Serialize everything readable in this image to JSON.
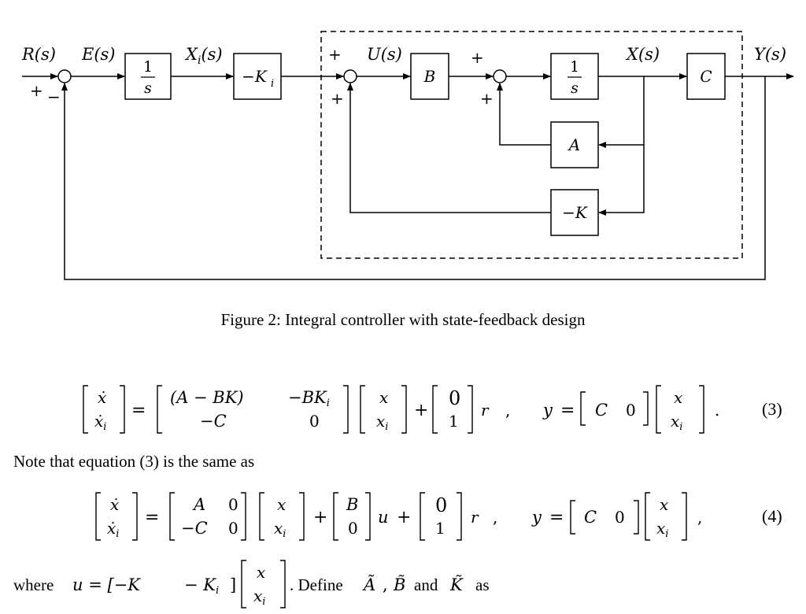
{
  "diagram": {
    "labels": {
      "R": "R(s)",
      "E": "E(s)",
      "Xi": "X",
      "Xi_sub": "i",
      "Xi_arg": "(s)",
      "U": "U(s)",
      "X": "X(s)",
      "Y": "Y(s)",
      "plus": "+",
      "minus": "−"
    },
    "blocks": {
      "int1_num": "1",
      "int1_den": "s",
      "neg_ki": "−K",
      "neg_ki_sub": "i",
      "b": "B",
      "int2_num": "1",
      "int2_den": "s",
      "c": "C",
      "a": "A",
      "neg_k": "−K"
    }
  },
  "caption": "Figure 2: Integral controller with state-feedback design",
  "eq3": {
    "lhs": [
      "ẋ",
      "ẋ"
    ],
    "lhs_sub": [
      "",
      "i"
    ],
    "m11": "(A − BK)",
    "m12": "−BK",
    "m12_sub": "i",
    "m21": "−C",
    "m22": "0",
    "v1": "x",
    "v2": "x",
    "v2_sub": "i",
    "b1": "0",
    "b2": "1",
    "r": "r",
    "y": "y",
    "c1": "C",
    "c2": "0",
    "number": "(3)"
  },
  "note": "Note that equation (3) is the same as",
  "eq4": {
    "m11": "A",
    "m12": "0",
    "m21": "−C",
    "m22": "0",
    "b1": "B",
    "b2": "0",
    "u": "u",
    "e1": "0",
    "e2": "1",
    "r": "r",
    "y": "y",
    "c1": "C",
    "c2": "0",
    "number": "(4)"
  },
  "where": {
    "prefix": "where",
    "u_def": "u = [−K",
    "ki": "− K",
    "ki_sub": "i",
    "close": "]",
    "v1": "x",
    "v2": "x",
    "v2_sub": "i",
    "define": ". Define",
    "at": "Ã",
    "bt": "B̃",
    "and": "and",
    "kt": "K̃",
    "as": "as"
  }
}
